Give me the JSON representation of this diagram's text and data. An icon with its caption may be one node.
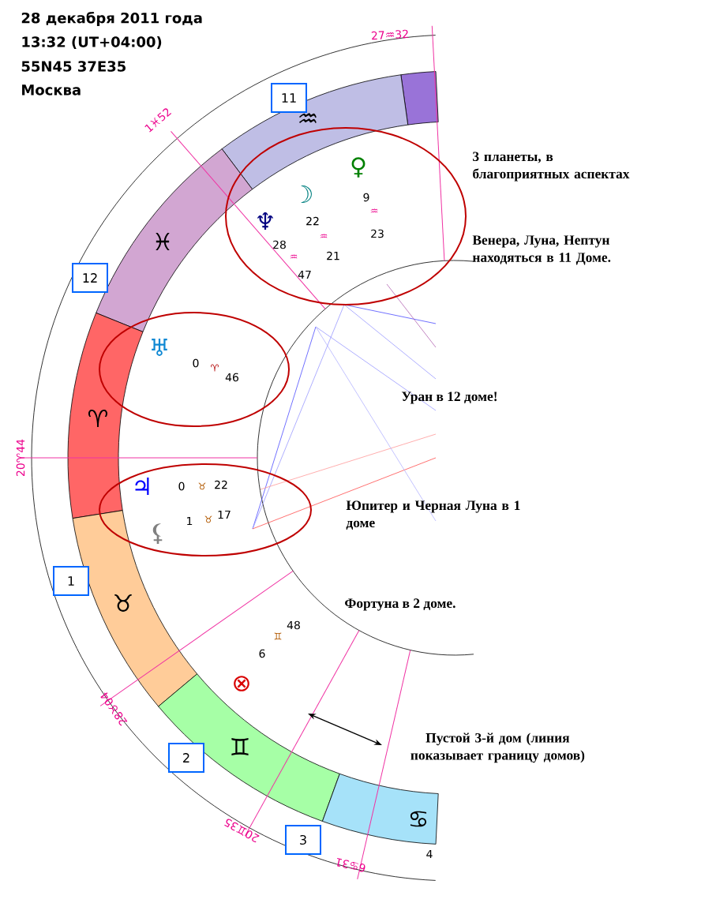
{
  "diagram": {
    "nodes": [
      {
        "text": [
          "11"
        ]
      },
      {
        "text": [
          "♀",
          "9",
          "♒",
          "23",
          "☽",
          "22",
          "♒",
          "21",
          "♆",
          "28",
          "♒",
          "47"
        ]
      },
      {
        "text": [
          "12"
        ]
      },
      {
        "text": [
          "♅",
          "0",
          "♈",
          "46"
        ]
      },
      {
        "text": [
          "♃",
          "0",
          "♉",
          "22",
          "⚸",
          "1",
          "♉",
          "17"
        ]
      },
      {
        "text": [
          "1"
        ]
      },
      {
        "text": [
          "2"
        ]
      },
      {
        "text": [
          "3"
        ]
      }
    ],
    "labels": [
      "28 декабря 2011 года",
      "13:32 (UT+04:00)",
      "55N45 37E35",
      "Москва",
      "27♒32",
      "1♓52",
      "3 планеты, в благоприятных аспектах",
      "Венера, Луна, Нептун находяться в 11 Доме.",
      "20♈44",
      "Уран в 12 доме!",
      "Юпитер и Черная Луна в 1 доме",
      "Фортуна в 2 доме.",
      "28♉04",
      "Пустой 3-й дом (линия показывает границу домов)",
      "20♊35",
      "6♋31",
      "4",
      "♒",
      "♓",
      "♈",
      "♉",
      "♊",
      "♋",
      "⊗",
      "6",
      "♊",
      "48"
    ]
  }
}
